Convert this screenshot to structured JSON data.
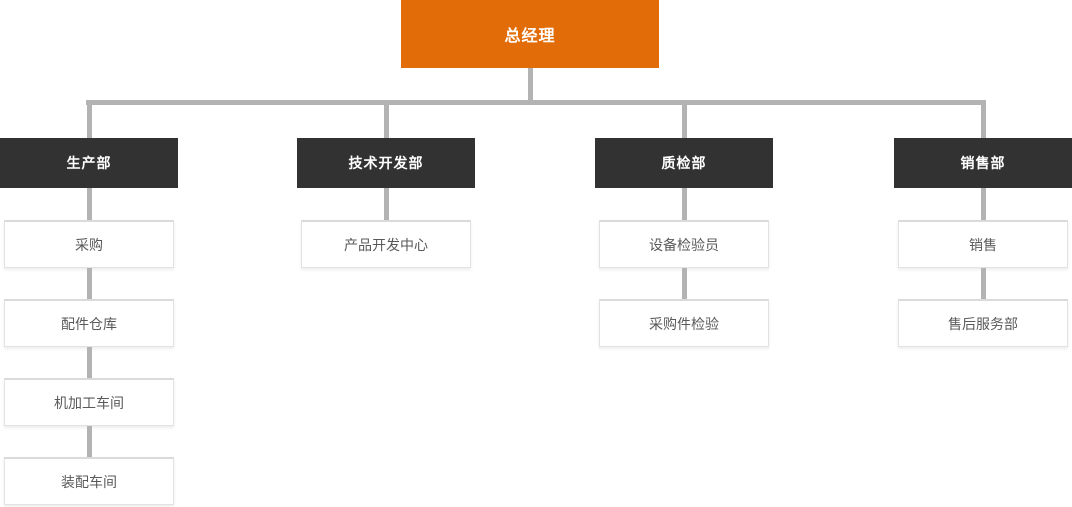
{
  "org_chart": {
    "root": {
      "label": "总经理"
    },
    "departments": [
      {
        "label": "生产部",
        "children": [
          "采购",
          "配件仓库",
          "机加工车间",
          "装配车间"
        ]
      },
      {
        "label": "技术开发部",
        "children": [
          "产品开发中心"
        ]
      },
      {
        "label": "质检部",
        "children": [
          "设备检验员",
          "采购件检验"
        ]
      },
      {
        "label": "销售部",
        "children": [
          "销售",
          "售后服务部"
        ]
      }
    ],
    "colors": {
      "root_bg": "#e26c07",
      "root_text": "#ffffff",
      "dept_bg": "#323232",
      "dept_text": "#ffffff",
      "connector": "#b3b3b3",
      "child_bg": "#ffffff",
      "child_border": "#e2e2e2",
      "child_text": "#595959"
    }
  }
}
